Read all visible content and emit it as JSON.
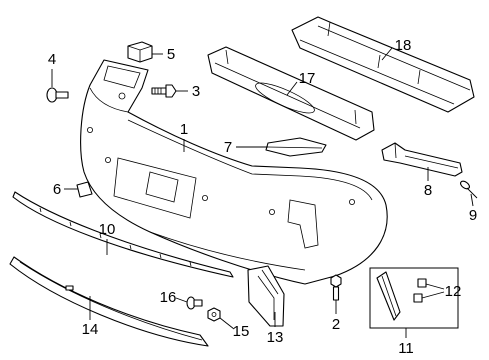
{
  "labels": {
    "1": "1",
    "2": "2",
    "3": "3",
    "4": "4",
    "5": "5",
    "6": "6",
    "7": "7",
    "8": "8",
    "9": "9",
    "10": "10",
    "11": "11",
    "12": "12",
    "13": "13",
    "14": "14",
    "15": "15",
    "16": "16",
    "17": "17",
    "18": "18"
  }
}
